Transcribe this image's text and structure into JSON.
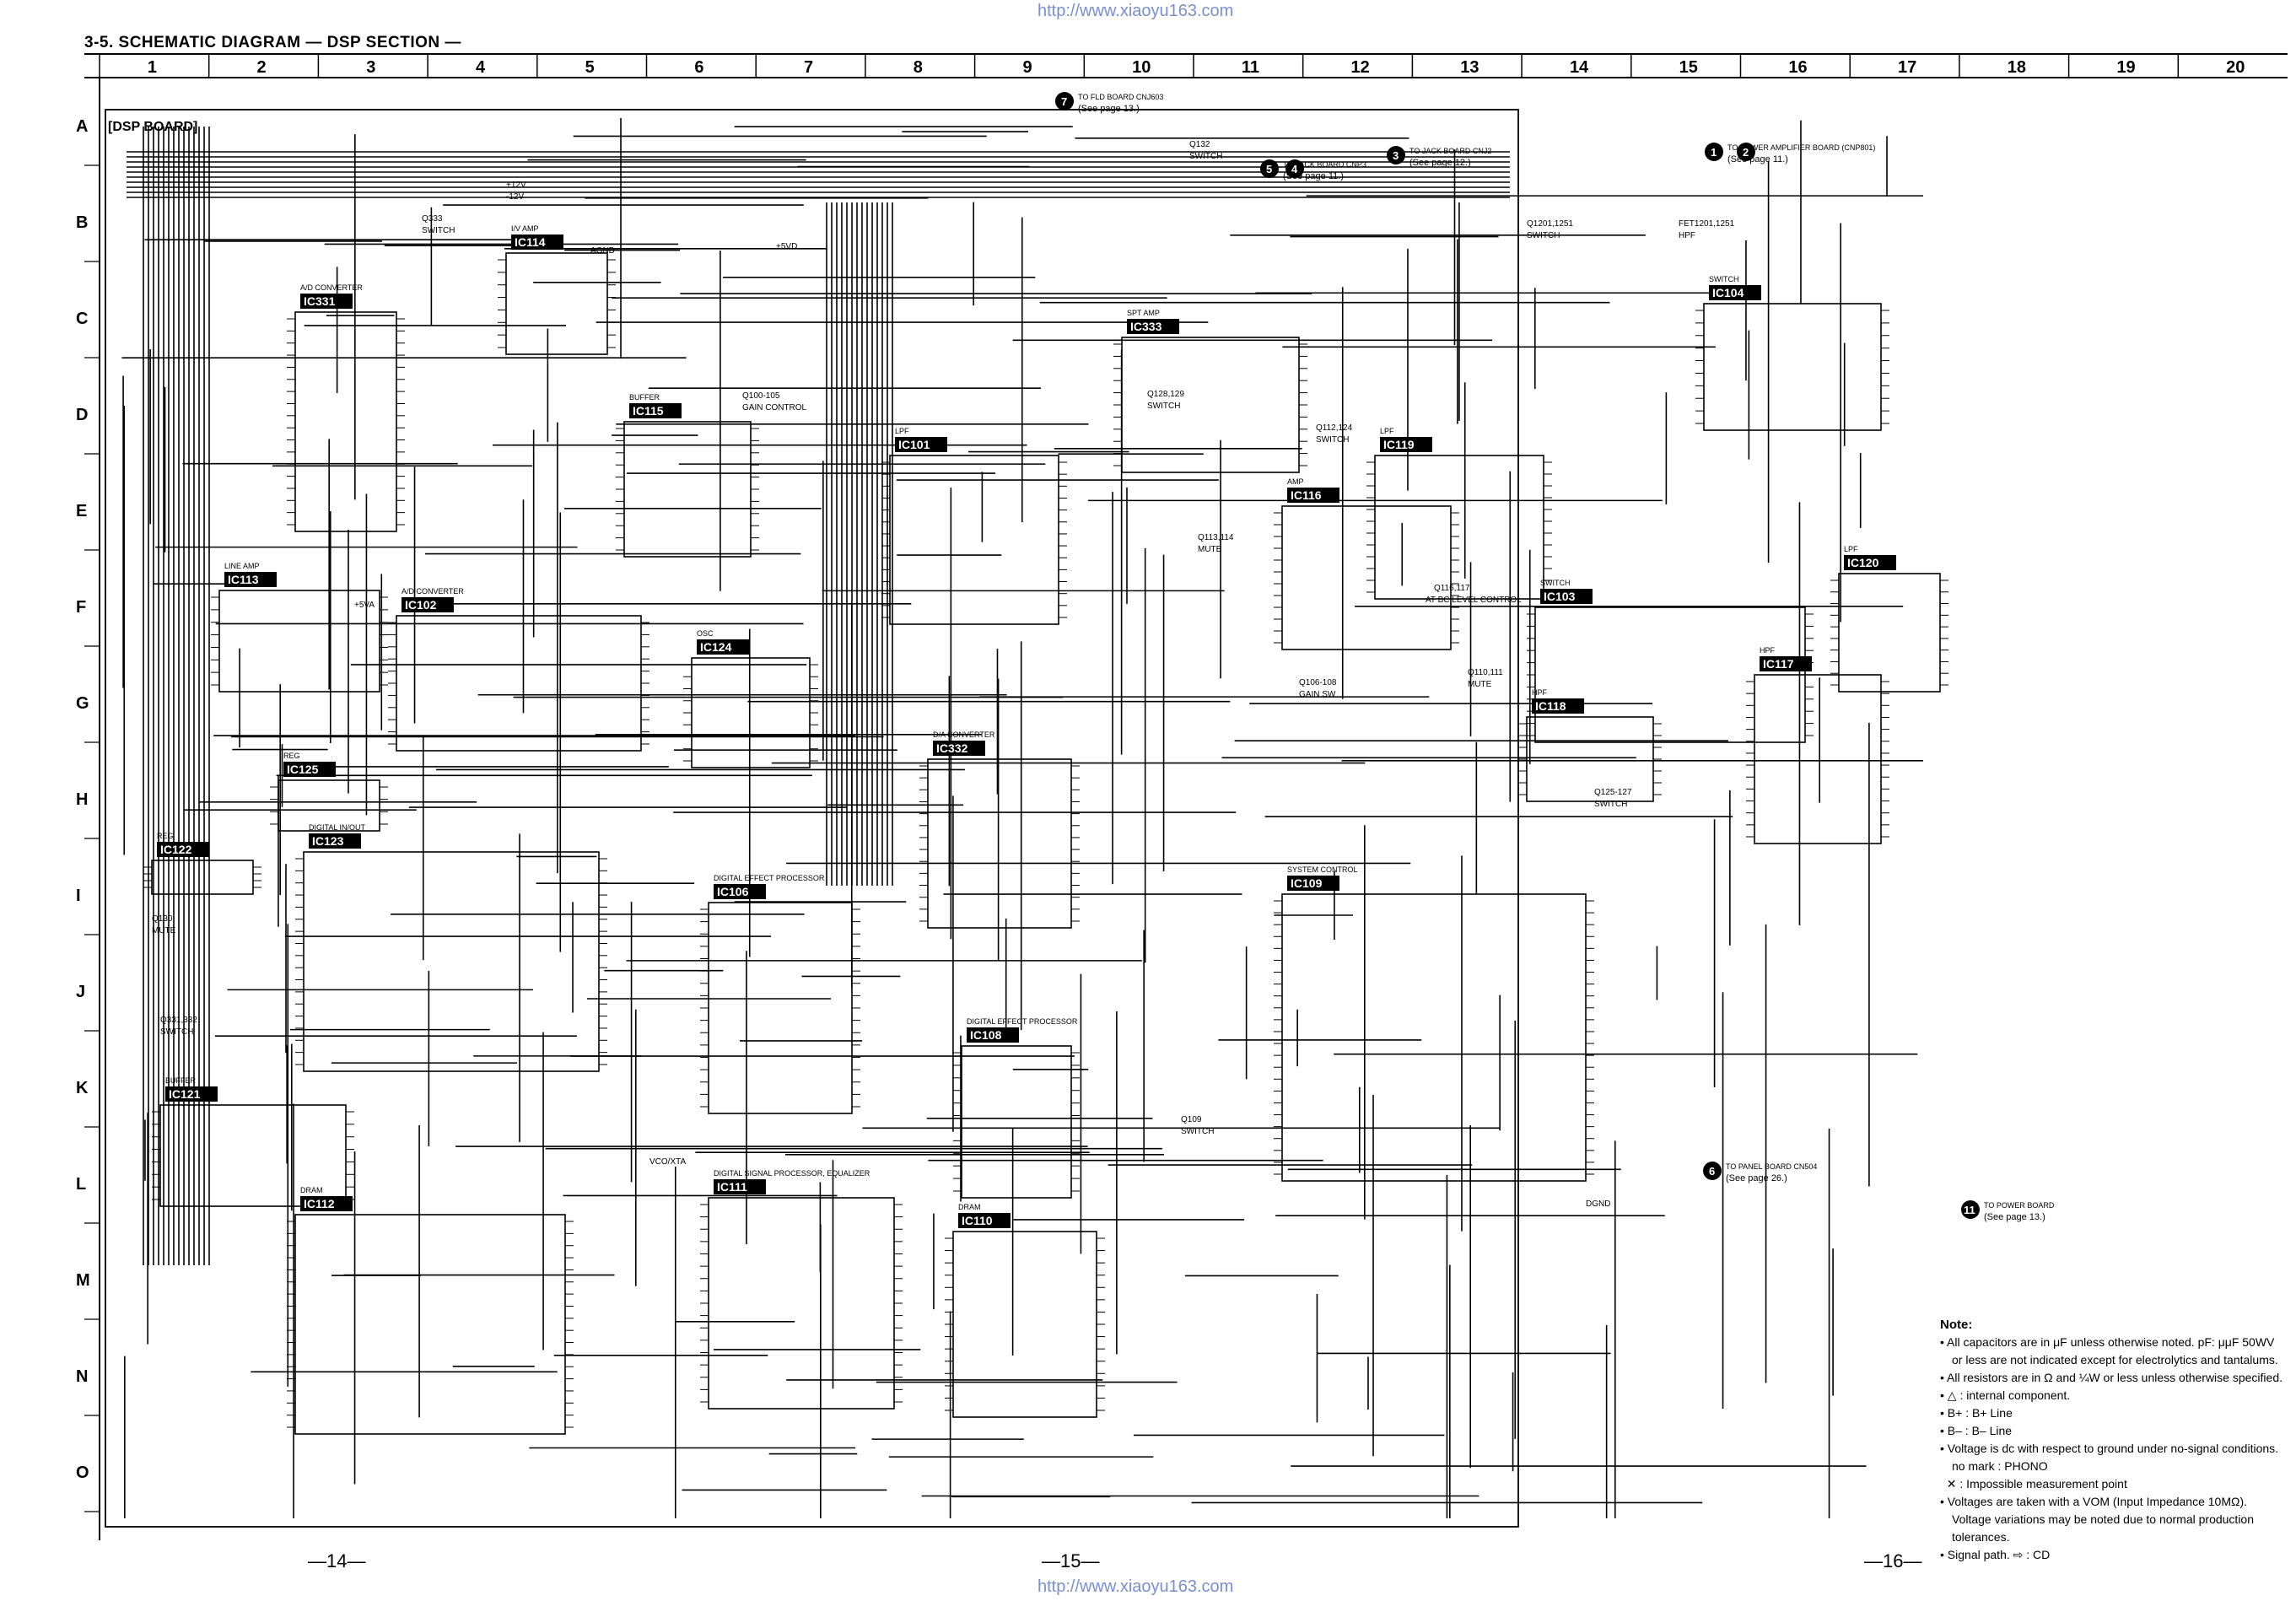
{
  "header": {
    "title": "3-5.  SCHEMATIC DIAGRAM  — DSP SECTION —",
    "watermark_url": "http://www.xiaoyu163.com"
  },
  "grid": {
    "columns": [
      "1",
      "2",
      "3",
      "4",
      "5",
      "6",
      "7",
      "8",
      "9",
      "10",
      "11",
      "12",
      "13",
      "14",
      "15",
      "16",
      "17",
      "18",
      "19",
      "20"
    ],
    "rows": [
      "A",
      "B",
      "C",
      "D",
      "E",
      "F",
      "G",
      "H",
      "I",
      "J",
      "K",
      "L",
      "M",
      "N",
      "O"
    ]
  },
  "board_title": "[DSP BOARD]",
  "page_numbers": [
    "—14—",
    "—15—",
    "—16—"
  ],
  "blocks": [
    {
      "id": "IC331",
      "sub": "A/D CONVERTER"
    },
    {
      "id": "IC114",
      "sub": "I/V AMP"
    },
    {
      "id": "IC115",
      "sub": "BUFFER"
    },
    {
      "id": "IC113",
      "sub": "LINE AMP"
    },
    {
      "id": "IC102",
      "sub": "A/D CONVERTER"
    },
    {
      "id": "IC125",
      "sub": "REG"
    },
    {
      "id": "IC122",
      "sub": "REG"
    },
    {
      "id": "IC123",
      "sub": "DIGITAL IN/OUT"
    },
    {
      "id": "IC121",
      "sub": "BUFFER"
    },
    {
      "id": "IC112",
      "sub": "DRAM"
    },
    {
      "id": "IC106",
      "sub": "DIGITAL EFFECT PROCESSOR"
    },
    {
      "id": "IC111",
      "sub": "DIGITAL SIGNAL PROCESSOR, EQUALIZER"
    },
    {
      "id": "IC124",
      "sub": "OSC"
    },
    {
      "id": "IC332",
      "sub": "D/A CONVERTER"
    },
    {
      "id": "IC108",
      "sub": "DIGITAL EFFECT PROCESSOR"
    },
    {
      "id": "IC110",
      "sub": "DRAM"
    },
    {
      "id": "IC101",
      "sub": "LPF"
    },
    {
      "id": "IC333",
      "sub": "SPT AMP"
    },
    {
      "id": "IC116",
      "sub": "AMP"
    },
    {
      "id": "IC119",
      "sub": "LPF"
    },
    {
      "id": "IC109",
      "sub": "SYSTEM CONTROL"
    },
    {
      "id": "IC104",
      "sub": "SWITCH"
    },
    {
      "id": "IC118",
      "sub": "HPF"
    },
    {
      "id": "IC103",
      "sub": "SWITCH"
    },
    {
      "id": "IC117",
      "sub": "HPF"
    },
    {
      "id": "IC120",
      "sub": "LPF"
    }
  ],
  "labels": [
    {
      "text": "Q333"
    },
    {
      "text": "SWITCH"
    },
    {
      "text": "Q100-105"
    },
    {
      "text": "GAIN CONTROL"
    },
    {
      "text": "Q132"
    },
    {
      "text": "SWITCH"
    },
    {
      "text": "Q128,129"
    },
    {
      "text": "SWITCH"
    },
    {
      "text": "Q112,124"
    },
    {
      "text": "SWITCH"
    },
    {
      "text": "Q113,114"
    },
    {
      "text": "MUTE"
    },
    {
      "text": "Q116,117"
    },
    {
      "text": "AT BC LEVEL CONTROL"
    },
    {
      "text": "Q1201,1251"
    },
    {
      "text": "SWITCH"
    },
    {
      "text": "FET1201,1251"
    },
    {
      "text": "HPF"
    },
    {
      "text": "Q106-108"
    },
    {
      "text": "GAIN SW"
    },
    {
      "text": "Q110,111"
    },
    {
      "text": "MUTE"
    },
    {
      "text": "Q125-127"
    },
    {
      "text": "SWITCH"
    },
    {
      "text": "Q130"
    },
    {
      "text": "MUTE"
    },
    {
      "text": "Q331,332"
    },
    {
      "text": "SWITCH"
    },
    {
      "text": "Q109"
    },
    {
      "text": "SWITCH"
    },
    {
      "text": "+12V"
    },
    {
      "text": "-12V"
    },
    {
      "text": "AGND"
    },
    {
      "text": "DGND"
    },
    {
      "text": "+5VD"
    },
    {
      "text": "+5VA"
    },
    {
      "text": "VCO/XTA"
    }
  ],
  "connectors": [
    {
      "num": "7",
      "text": "TO FLD BOARD CNJ603",
      "ref": "(See page 13.)"
    },
    {
      "num": "5",
      "text": "TO JACK BOARD CNP3",
      "ref": "(See page 11.)"
    },
    {
      "num": "4",
      "text": "",
      "ref": ""
    },
    {
      "num": "3",
      "text": "TO JACK BOARD CNJ2",
      "ref": "(See page 12.)"
    },
    {
      "num": "1",
      "text": "TO POWER AMPLIFIER BOARD (CNP801)",
      "ref": "(See page 11.)"
    },
    {
      "num": "2",
      "text": "",
      "ref": ""
    },
    {
      "num": "6",
      "text": "TO PANEL BOARD CN504",
      "ref": "(See page 26.)"
    },
    {
      "num": "11",
      "text": "TO POWER BOARD",
      "ref": "(See page 13.)"
    }
  ],
  "notes": {
    "title": "Note:",
    "items": [
      "All capacitors are in μF unless otherwise noted. pF: μμF 50WV or less are not indicated except for electrolytics and tantalums.",
      "All resistors are in Ω and ¼W or less unless otherwise specified.",
      "△ : internal component.",
      "B+ : B+ Line",
      "B– : B– Line",
      "Voltage is dc with respect to ground under no-signal conditions. no mark : PHONO",
      "✕ : Impossible measurement point",
      "Voltages are taken with a VOM (Input Impedance 10MΩ). Voltage variations may be noted due to normal production tolerances.",
      "Signal path. ⇨ : CD"
    ]
  },
  "colors": {
    "line": "#000000",
    "watermark": "#7a8fcf",
    "background": "#ffffff"
  }
}
